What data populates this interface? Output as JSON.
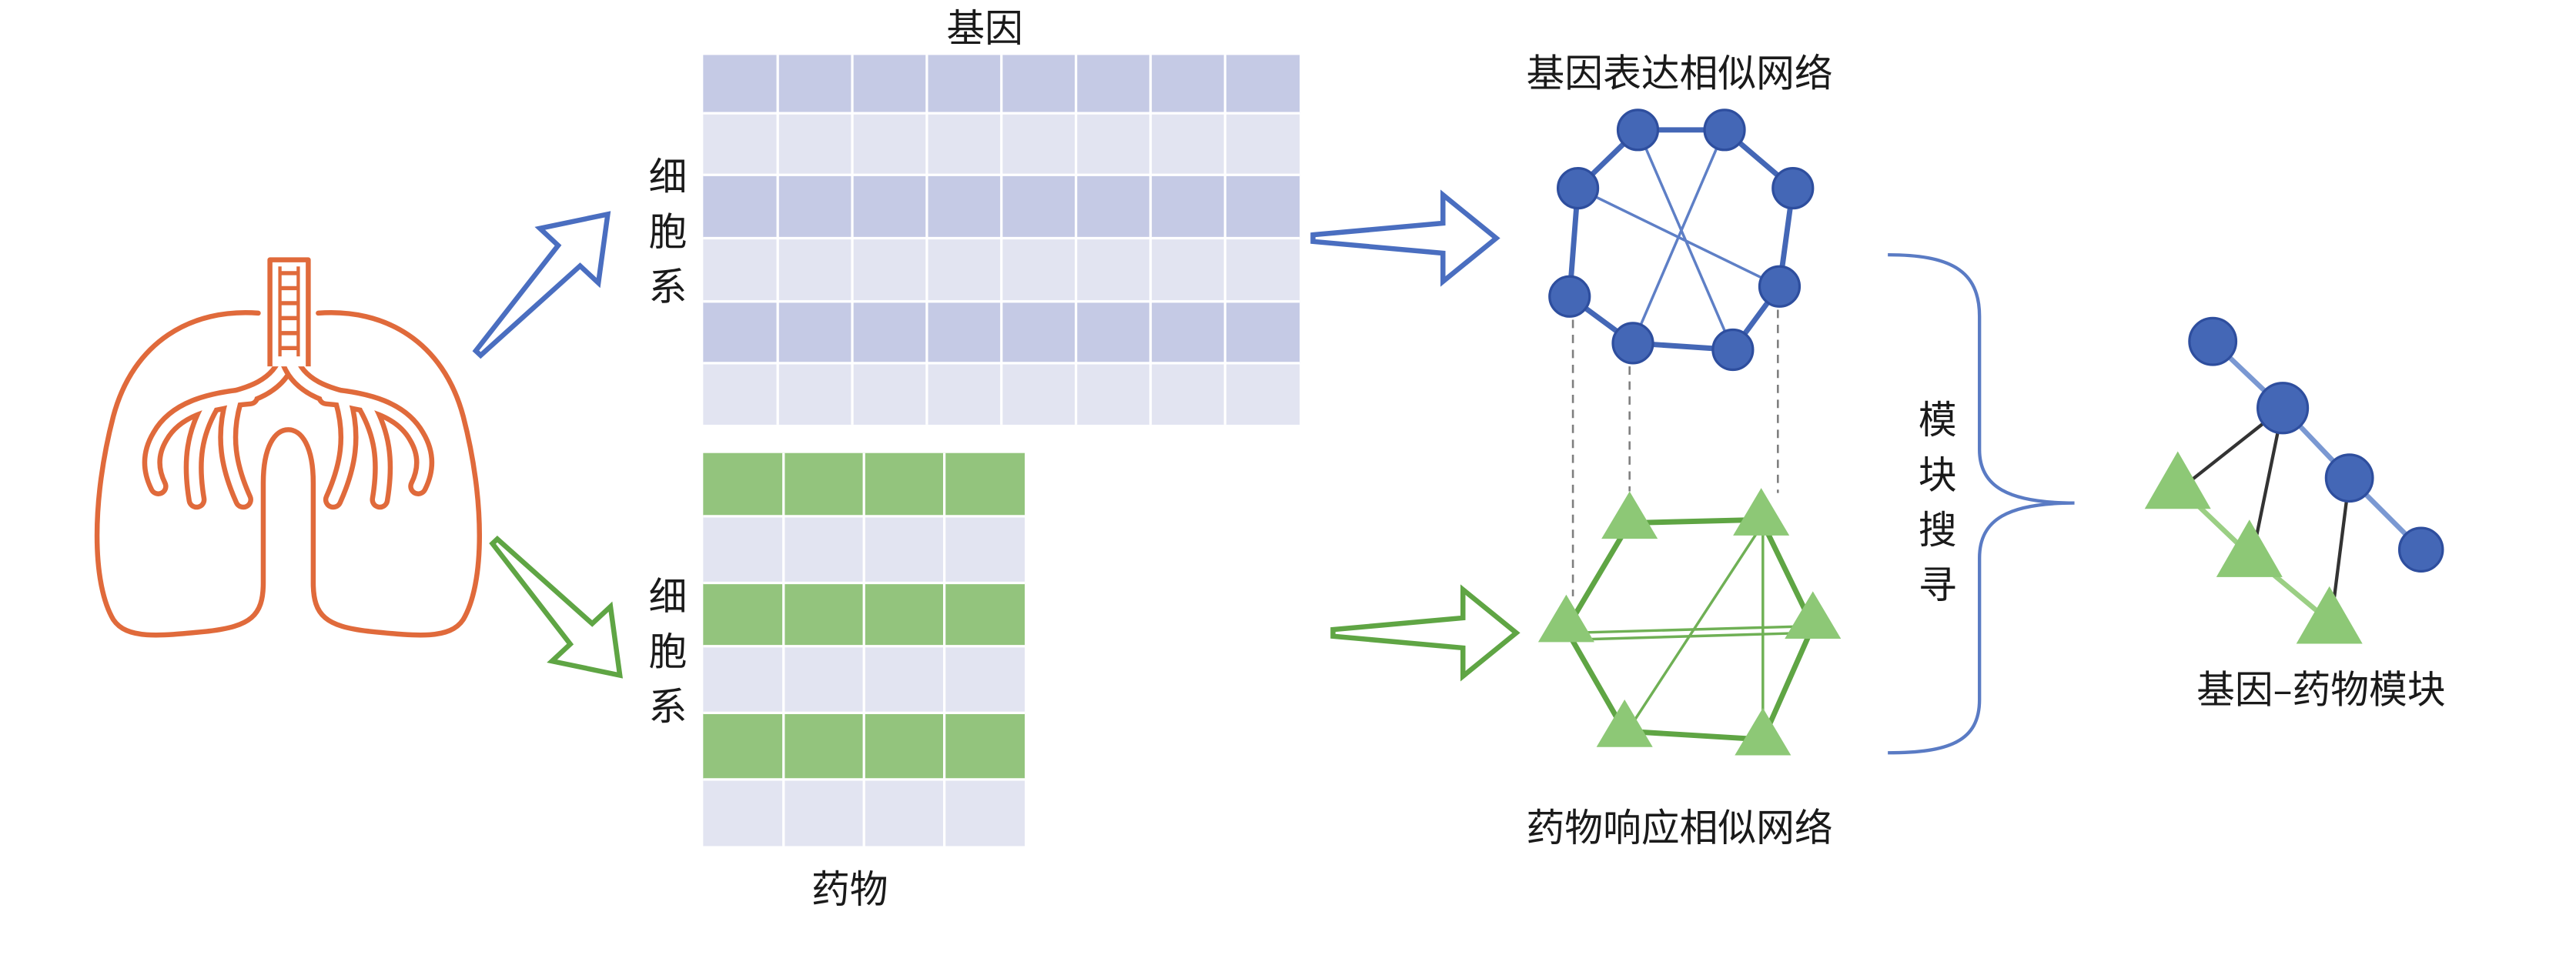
{
  "labels": {
    "gene_axis": "基因",
    "cell_line_top": "细胞系",
    "cell_line_bottom": "细胞系",
    "drug_axis": "药物",
    "gene_network": "基因表达相似网络",
    "drug_network": "药物响应相似网络",
    "module_search": "模块搜寻",
    "module_result": "基因–药物模块"
  },
  "icons": {
    "organ": "lung-icon",
    "gene_node": "circle-node-icon",
    "drug_node": "triangle-node-icon"
  },
  "colors": {
    "lung": "#E06A3B",
    "gene_blue": "#4467B6",
    "drug_green": "#5FA544",
    "gene_matrix_dark": "#C5CAE5",
    "matrix_light": "#E2E4F1",
    "drug_matrix_green": "#93C47D"
  }
}
